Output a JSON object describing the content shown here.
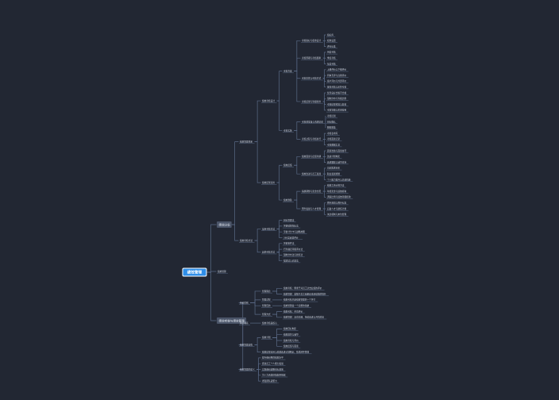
{
  "root": "绩效管理",
  "branches": [
    {
      "label": "绩效分析",
      "children": [
        {
          "label": "绩效管理体系",
          "children": [
            {
              "label": "绩效考核设计",
              "children": [
                {
                  "label": "考核方案",
                  "children": [
                    {
                      "label": "考核指标与权重设计",
                      "children": [
                        {
                          "label": "指标库"
                        },
                        {
                          "label": "权重设置"
                        },
                        {
                          "label": "评分标准"
                        }
                      ]
                    },
                    {
                      "label": "考核周期与考核频率",
                      "children": [
                        {
                          "label": "月度考核"
                        },
                        {
                          "label": "季度考核"
                        },
                        {
                          "label": "年度考核"
                        }
                      ]
                    },
                    {
                      "label": "考核主体与考核方式",
                      "children": [
                        {
                          "label": "上级评价与下级评价"
                        },
                        {
                          "label": "同事互评与自我评价"
                        },
                        {
                          "label": "客户评价与外部评价"
                        },
                        {
                          "label": "量化考核与定性考核"
                        }
                      ]
                    },
                    {
                      "label": "考核结果与等级划分",
                      "children": [
                        {
                          "label": "优秀良好合格不合格"
                        },
                        {
                          "label": "强制分布与等级比例"
                        },
                        {
                          "label": "考核结果校准与复核"
                        },
                        {
                          "label": "考核等级与奖金挂钩"
                        }
                      ]
                    }
                  ]
                },
                {
                  "label": "考核实施",
                  "children": [
                    {
                      "label": "考核前准备与沟通培训",
                      "children": [
                        {
                          "label": "考核培训"
                        },
                        {
                          "label": "目标确认"
                        },
                        {
                          "label": "数据收集"
                        }
                      ]
                    },
                    {
                      "label": "考核过程与考核执行",
                      "children": [
                        {
                          "label": "考核表填写"
                        },
                        {
                          "label": "考核面谈记录"
                        },
                        {
                          "label": "考核数据汇总"
                        }
                      ]
                    }
                  ]
                }
              ]
            },
            {
              "label": "绩效结果应用",
              "children": [
                {
                  "label": "绩效反馈",
                  "children": [
                    {
                      "label": "绩效面谈与反馈沟通",
                      "children": [
                        {
                          "label": "面谈准备与面谈技巧"
                        },
                        {
                          "label": "改进计划制定"
                        },
                        {
                          "label": "改进跟踪与辅导支持"
                        }
                      ]
                    },
                    {
                      "label": "绩效改进与员工发展",
                      "children": [
                        {
                          "label": "培训需求分析"
                        },
                        {
                          "label": "职业发展规划"
                        },
                        {
                          "label": "个人能力提升与培训机会"
                        }
                      ]
                    }
                  ]
                },
                {
                  "label": "绩效激励",
                  "children": [
                    {
                      "label": "薪酬调整与奖金分配",
                      "children": [
                        {
                          "label": "绩效工资计算方法"
                        },
                        {
                          "label": "年终奖金与绩效挂钩"
                        },
                        {
                          "label": "调薪比例与绩效等级挂钩"
                        }
                      ]
                    },
                    {
                      "label": "晋升发展与人才管理",
                      "children": [
                        {
                          "label": "晋升通道与晋升标准"
                        },
                        {
                          "label": "后备人才与继任计划"
                        },
                        {
                          "label": "淘汰机制与末位管理"
                        }
                      ]
                    }
                  ]
                }
              ]
            }
          ]
        },
        {
          "label": "绩效考核方法",
          "children": [
            {
              "label": "常用考核方法",
              "children": [
                {
                  "label": "目标管理法"
                },
                {
                  "label": "关键绩效指标法"
                },
                {
                  "label": "平衡计分卡与战略地图"
                },
                {
                  "label": "360度反馈评价"
                }
              ]
            },
            {
              "label": "其他考核方法",
              "children": [
                {
                  "label": "关键事件法"
                },
                {
                  "label": "行为锚定等级评价法"
                },
                {
                  "label": "强制分布法与排序法"
                },
                {
                  "label": "描述法与比较法"
                }
              ]
            }
          ]
        }
      ]
    },
    {
      "label": "绩效管理"
    },
    {
      "label": "绩效考核与绩效管理",
      "children": [
        {
          "label": "两者区别",
          "children": [
            {
              "label": "管理理念",
              "children": [
                {
                  "label": "绩效考核：侧重于对员工过去业绩的评价"
                },
                {
                  "label": "绩效管理：着眼于员工和组织未来绩效的提升"
                }
              ]
            },
            {
              "label": "管理过程",
              "children": [
                {
                  "label": "绩效考核只是绩效管理的一个环节"
                }
              ]
            },
            {
              "label": "管理目的",
              "children": [
                {
                  "label": "绩效管理是一个完整的系统"
                }
              ]
            },
            {
              "label": "管理方式",
              "children": [
                {
                  "label": "绩效考核：单向评价"
                },
                {
                  "label": "绩效管理：双向沟通，持续改进与共同成长"
                }
              ]
            }
          ]
        },
        {
          "label": "两者联系",
          "children": [
            {
              "label": "绩效考核是核心"
            }
          ]
        },
        {
          "label": "绩效管理流程",
          "children": [
            {
              "label": "绩效计划",
              "children": [
                {
                  "label": "绩效目标制定"
                },
                {
                  "label": "绩效监控与辅导"
                },
                {
                  "label": "绩效考核与评价"
                },
                {
                  "label": "绩效反馈与面谈"
                }
              ]
            },
            {
              "label": "绩效结果应用与绩效改进计划制定，形成闭环管理"
            }
          ]
        },
        {
          "label": "绩效管理的意义",
          "children": [
            {
              "label": "提升组织整体绩效水平"
            },
            {
              "label": "促进员工个人能力发展"
            },
            {
              "label": "实现组织战略目标落地"
            },
            {
              "label": "为人力资源决策提供依据"
            },
            {
              "label": "增强团队凝聚力"
            }
          ]
        }
      ]
    }
  ]
}
